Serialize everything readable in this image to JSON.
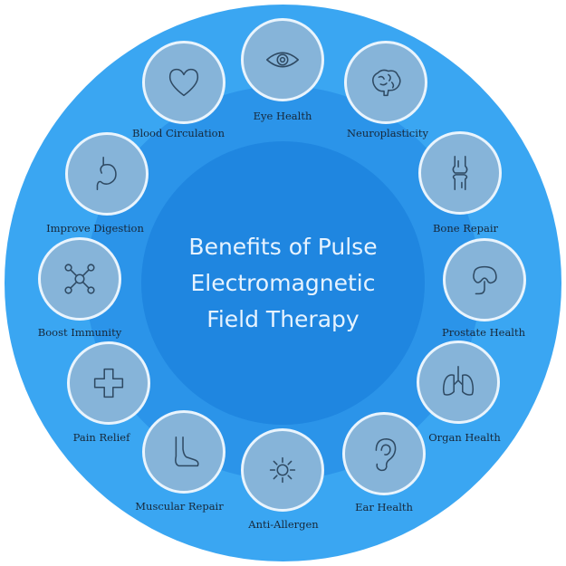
{
  "title": {
    "line1": "Benefits of Pulse",
    "line2": "Electromagnetic",
    "line3": "Field Therapy"
  },
  "benefits": [
    {
      "label": "Eye Health",
      "icon": "eye-icon"
    },
    {
      "label": "Neuroplasticity",
      "icon": "brain-icon"
    },
    {
      "label": "Bone Repair",
      "icon": "knee-joint-icon"
    },
    {
      "label": "Prostate Health",
      "icon": "prostate-icon"
    },
    {
      "label": "Organ Health",
      "icon": "lungs-icon"
    },
    {
      "label": "Ear Health",
      "icon": "ear-icon"
    },
    {
      "label": "Anti-Allergen",
      "icon": "sun-icon"
    },
    {
      "label": "Muscular Repair",
      "icon": "foot-icon"
    },
    {
      "label": "Pain Relief",
      "icon": "medical-cross-icon"
    },
    {
      "label": "Boost Immunity",
      "icon": "molecule-icon"
    },
    {
      "label": "Improve Digestion",
      "icon": "stomach-icon"
    },
    {
      "label": "Blood Circulation",
      "icon": "heart-icon"
    }
  ],
  "colors": {
    "outer_ring": "#3aa6f2",
    "middle_ring": "#2b94e9",
    "inner_circle": "#1f86e0",
    "node_fill": "#86b4d9",
    "node_border": "#e9f4fd",
    "label_text": "#17283a",
    "title_text": "#e6f3ff"
  }
}
